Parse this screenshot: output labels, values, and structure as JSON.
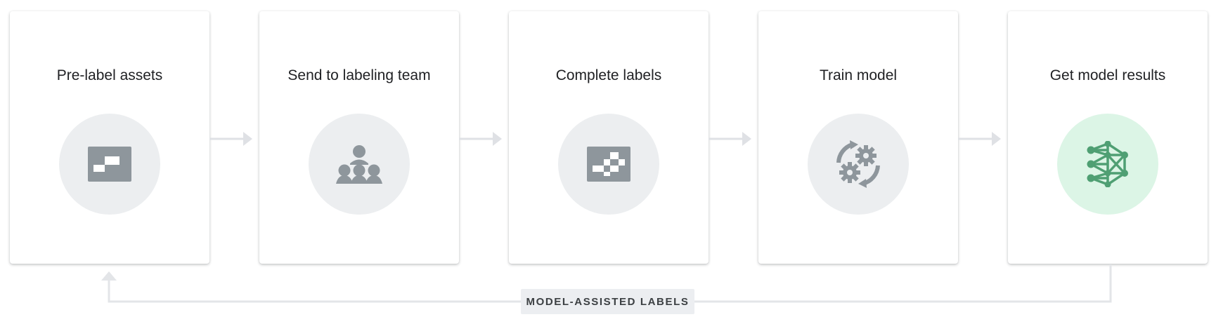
{
  "steps": [
    {
      "title": "Pre-label assets",
      "icon": "labeled-image-icon",
      "circle_color": "#eceef0",
      "icon_color": "#8e969c"
    },
    {
      "title": "Send to labeling team",
      "icon": "team-icon",
      "circle_color": "#eceef0",
      "icon_color": "#8e969c"
    },
    {
      "title": "Complete labels",
      "icon": "labeled-image-icon",
      "circle_color": "#eceef0",
      "icon_color": "#8e969c"
    },
    {
      "title": "Train model",
      "icon": "gears-cycle-icon",
      "circle_color": "#eceef0",
      "icon_color": "#8e969c"
    },
    {
      "title": "Get model results",
      "icon": "neural-network-icon",
      "circle_color": "#dcf5e6",
      "icon_color": "#4f9f73"
    }
  ],
  "loop": {
    "label": "MODEL-ASSISTED LABELS",
    "line_color": "#e3e5e8"
  },
  "arrow_color": "#dfe1e5"
}
